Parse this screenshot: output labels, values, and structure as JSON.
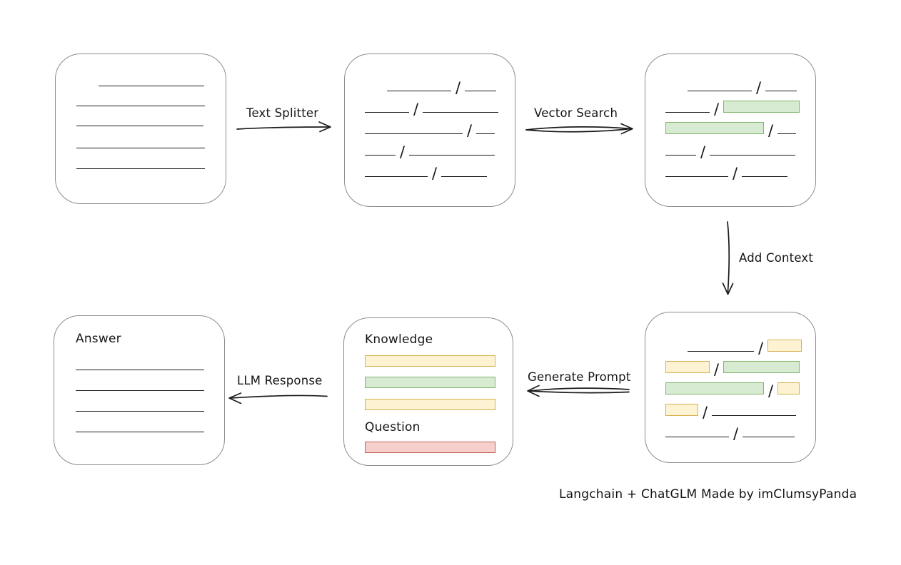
{
  "labels": {
    "text_splitter": "Text Splitter",
    "vector_search": "Vector Search",
    "add_context": "Add Context",
    "generate_prompt": "Generate Prompt",
    "llm_response": "LLM Response",
    "knowledge": "Knowledge",
    "question": "Question",
    "answer": "Answer",
    "caption": "Langchain + ChatGLM Made by imClumsyPanda"
  },
  "glyphs": {
    "slash": "/"
  },
  "colors": {
    "green_fill": "#d7ead2",
    "green_stroke": "#84b56c",
    "yellow_fill": "#fdf3d3",
    "yellow_stroke": "#d6b14e",
    "red_fill": "#f7d0cd",
    "red_stroke": "#c05e57",
    "box_stroke": "#8d8d8d",
    "ink": "#1b1b1b"
  }
}
